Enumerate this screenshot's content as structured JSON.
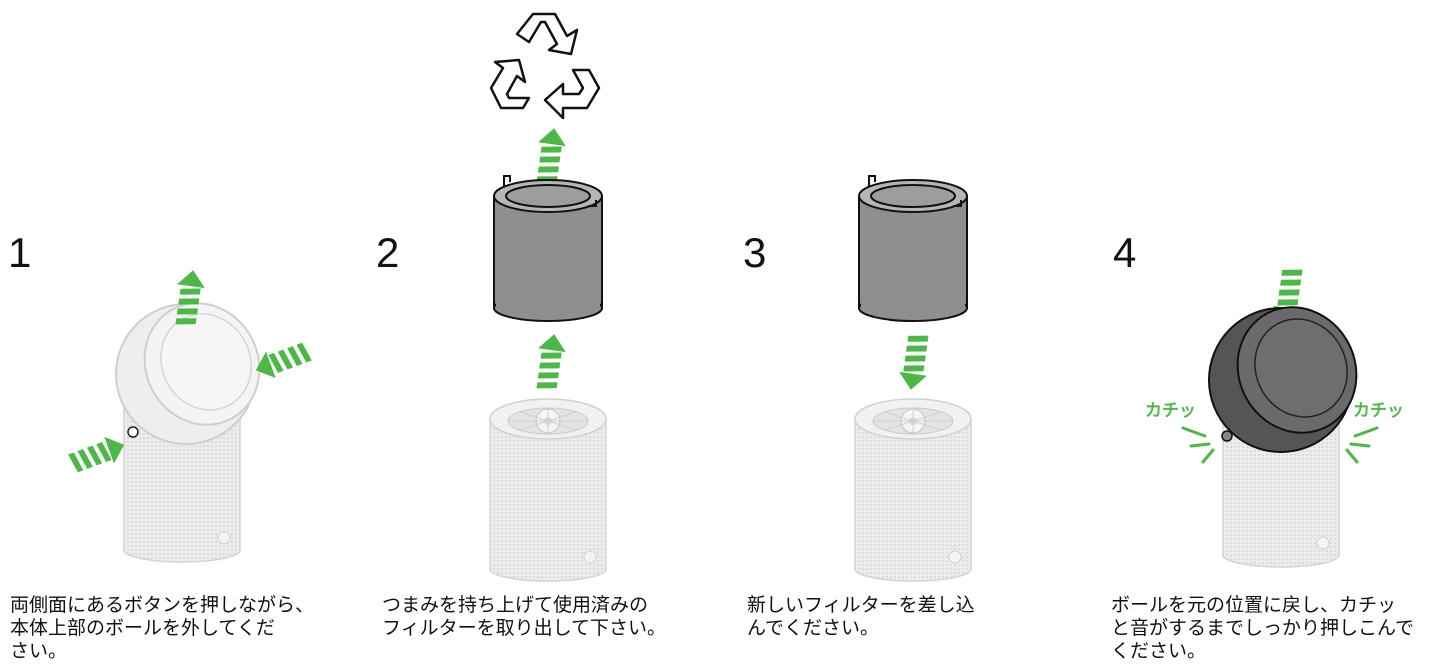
{
  "steps": [
    {
      "number": "1",
      "caption": "両側面にあるボタンを押しながら、\n本体上部のボールを外してくだ\nさい。"
    },
    {
      "number": "2",
      "caption": "つまみを持ち上げて使用済みの\nフィルターを取り出して下さい。"
    },
    {
      "number": "3",
      "caption": "新しいフィルターを差し込\nんでください。"
    },
    {
      "number": "4",
      "caption": "ボールを元の位置に戻し、カチッ\nと音がするまでしっかり押しこんで\nください。"
    }
  ],
  "click_label": "カチッ",
  "icons": [
    "recycle-icon",
    "arrow-up-icon",
    "arrow-down-icon",
    "arrow-in-icon"
  ],
  "colors": {
    "accent": "#4db848",
    "filter": "#8e8f90",
    "ball_dark": "#555557",
    "body_light": "#e6e6e6"
  }
}
